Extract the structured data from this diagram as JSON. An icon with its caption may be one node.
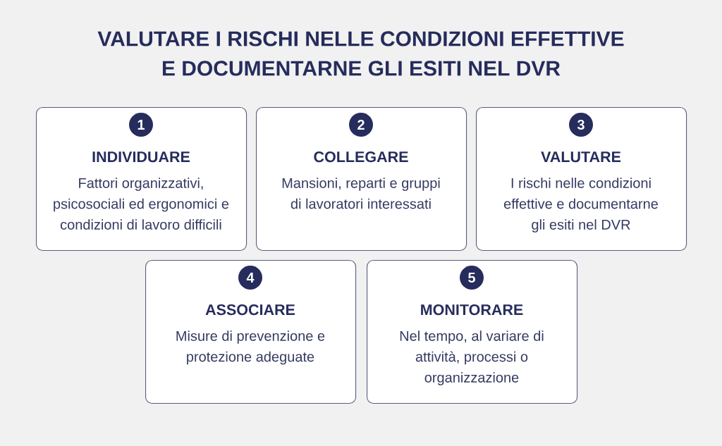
{
  "diagram": {
    "title": "VALUTARE I RISCHI NELLE CONDIZIONI EFFETTIVE E DOCUMENTARNE GLI ESITI NEL DVR",
    "nodes": [
      {
        "text": [
          "INDIVIDUARE",
          "Fattori organizzativi, psicosociali ed ergonomici e condizioni di lavoro difficili"
        ]
      },
      {
        "text": [
          "1"
        ],
        "in": 0
      },
      {
        "text": [
          "COLLEGARE",
          "Mansioni, reparti e gruppi di lavoratori interessati"
        ]
      },
      {
        "text": [
          "2"
        ],
        "in": 2
      },
      {
        "text": [
          "VALUTARE",
          "I rischi nelle condizioni effettive e documentarne gli esiti nel DVR"
        ]
      },
      {
        "text": [
          "3"
        ],
        "in": 4
      },
      {
        "text": [
          "ASSOCIARE",
          "Misure di prevenzione e protezione adeguate"
        ]
      },
      {
        "text": [
          "4"
        ],
        "in": 6
      },
      {
        "text": [
          "MONITORARE",
          "Nel tempo, al variare di attività, processi o organizzazione"
        ]
      },
      {
        "text": [
          "5"
        ],
        "in": 8
      }
    ]
  }
}
